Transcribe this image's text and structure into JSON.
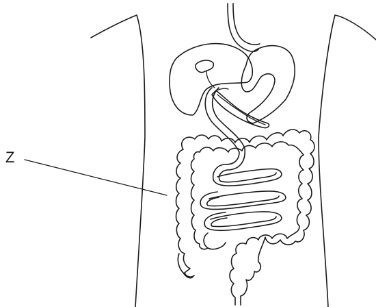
{
  "diagram": {
    "labels": [
      {
        "id": "Z",
        "text": "Z",
        "target": "large-intestine"
      }
    ],
    "colors": {
      "stroke": "#1a1a1a",
      "background": "#ffffff"
    }
  }
}
